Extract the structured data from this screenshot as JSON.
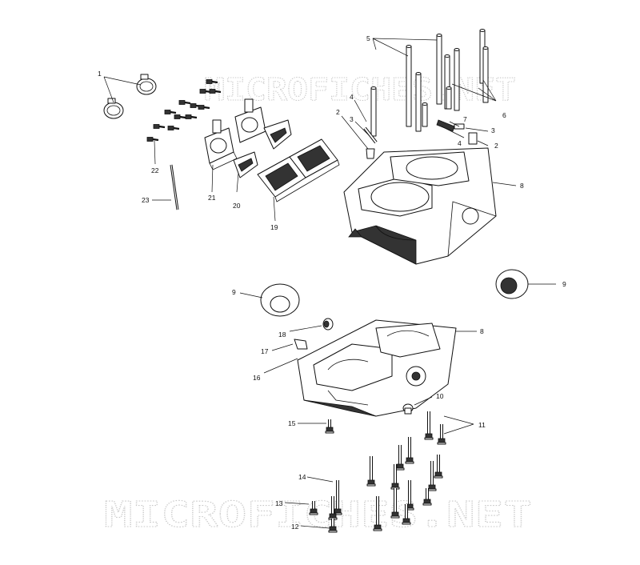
{
  "watermark": {
    "text": "MICROFICHES.NET"
  },
  "callouts": {
    "c1": "1",
    "c2a": "2",
    "c2b": "2",
    "c3a": "3",
    "c3b": "3",
    "c4a": "4",
    "c4b": "4",
    "c5": "5",
    "c6": "6",
    "c7": "7",
    "c8a": "8",
    "c8b": "8",
    "c9a": "9",
    "c9b": "9",
    "c10": "10",
    "c11": "11",
    "c12": "12",
    "c13": "13",
    "c14": "14",
    "c15": "15",
    "c16": "16",
    "c17": "17",
    "c18": "18",
    "c19": "19",
    "c20": "20",
    "c21": "21",
    "c22": "22",
    "c23": "23"
  }
}
